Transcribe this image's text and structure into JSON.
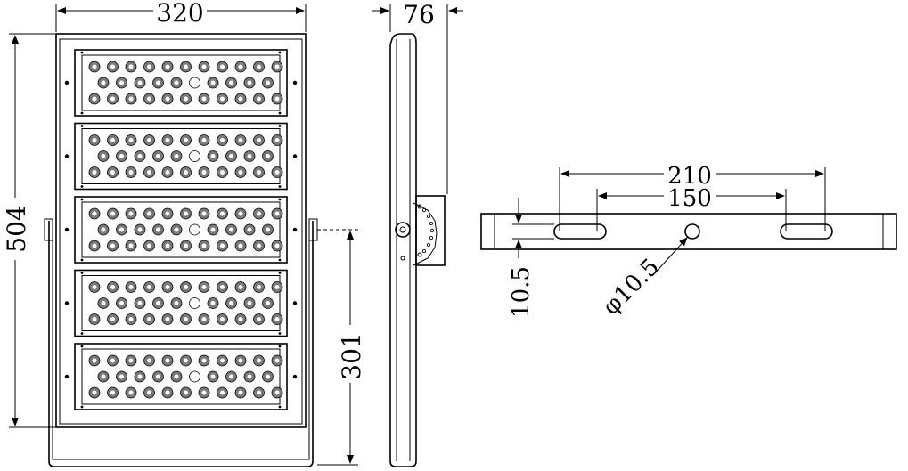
{
  "front_view": {
    "width_label": "320",
    "height_label": "504",
    "bracket_label": "301",
    "module_count": 5
  },
  "side_view": {
    "depth_label": "76"
  },
  "bracket_view": {
    "outer_spacing_label": "210",
    "inner_spacing_label": "150",
    "slot_label": "10.5",
    "hole_label": "φ10.5"
  },
  "colors": {
    "line": "#000000",
    "background": "#ffffff",
    "led": "#7a7a7a"
  }
}
